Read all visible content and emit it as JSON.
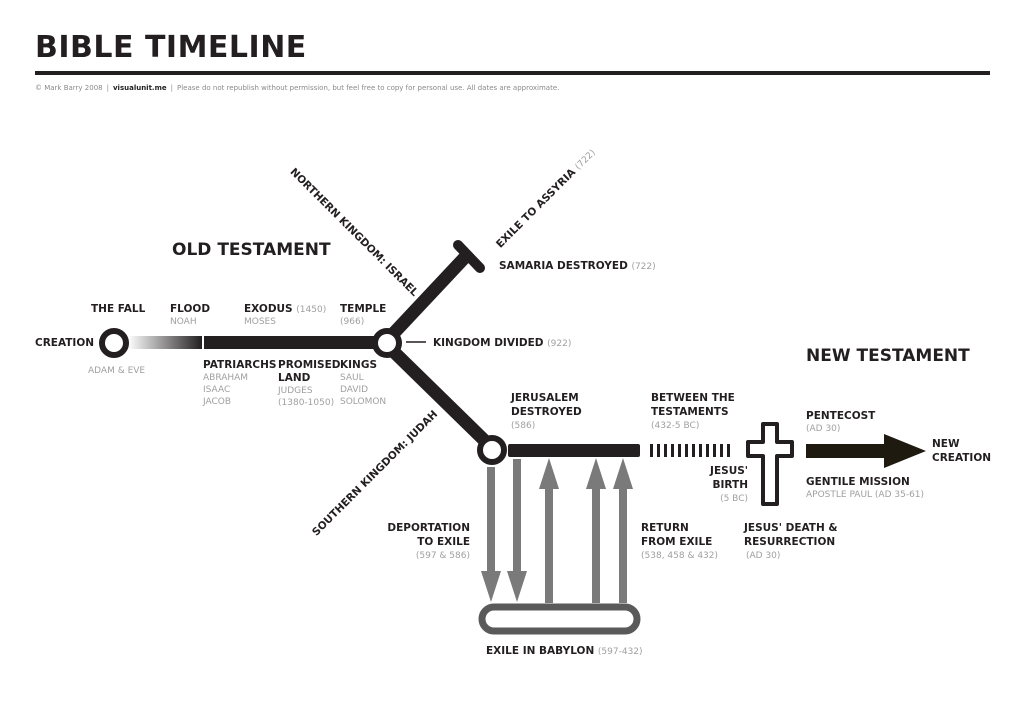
{
  "header": {
    "title": "BIBLE TIMELINE",
    "credit_author": "© Mark Barry 2008",
    "credit_site": "visualunit.me",
    "credit_note": "Please do not republish without permission, but feel free to copy for personal use. All dates are approximate.",
    "separator": "|"
  },
  "sections": {
    "old_testament": "OLD TESTAMENT",
    "new_testament": "NEW TESTAMENT"
  },
  "events": {
    "creation": "CREATION",
    "adam_eve": "ADAM & EVE",
    "the_fall": "THE FALL",
    "flood": "FLOOD",
    "noah": "NOAH",
    "exodus": "EXODUS",
    "exodus_date": "(1450)",
    "moses": "MOSES",
    "temple": "TEMPLE",
    "temple_date": "(966)",
    "patriarchs": "PATRIARCHS",
    "patriarchs_people": [
      "ABRAHAM",
      "ISAAC",
      "JACOB"
    ],
    "promised_land_1": "PROMISED",
    "promised_land_2": "LAND",
    "judges": "JUDGES",
    "judges_date": "(1380-1050)",
    "kings": "KINGS",
    "kings_people": [
      "SAUL",
      "DAVID",
      "SOLOMON"
    ],
    "kingdom_divided": "KINGDOM DIVIDED",
    "kingdom_divided_date": "(922)",
    "northern_kingdom": "NORTHERN KINGDOM: ISRAEL",
    "exile_assyria": "EXILE TO ASSYRIA",
    "exile_assyria_date": "(722)",
    "samaria_destroyed": "SAMARIA DESTROYED",
    "samaria_date": "(722)",
    "southern_kingdom": "SOUTHERN KINGDOM: JUDAH",
    "jerusalem_1": "JERUSALEM",
    "jerusalem_2": "DESTROYED",
    "jerusalem_date": "(586)",
    "deportation_1": "DEPORTATION",
    "deportation_2": "TO EXILE",
    "deportation_date": "(597 & 586)",
    "exile_babylon": "EXILE IN BABYLON",
    "exile_babylon_date": "(597-432)",
    "return_1": "RETURN",
    "return_2": "FROM EXILE",
    "return_date": "(538, 458 & 432)",
    "between_1": "BETWEEN THE",
    "between_2": "TESTAMENTS",
    "between_date": "(432-5 BC)",
    "jesus_birth_1": "JESUS'",
    "jesus_birth_2": "BIRTH",
    "jesus_birth_date": "(5 BC)",
    "jesus_death_1": "JESUS' DEATH &",
    "jesus_death_2": "RESURRECTION",
    "jesus_death_date": "(AD 30)",
    "pentecost": "PENTECOST",
    "pentecost_date": "(AD 30)",
    "gentile_mission": "GENTILE MISSION",
    "apostle_paul": "APOSTLE PAUL (AD 35-61)",
    "new_creation_1": "NEW",
    "new_creation_2": "CREATION"
  },
  "colors": {
    "ink": "#231f20",
    "grey_arrow": "#7a7a7a",
    "muted_text": "#a0a0a0",
    "new_creation_arrow": "#1e1a10"
  },
  "icons": {
    "cross": "cross-icon",
    "arrow": "arrow-right-icon"
  }
}
